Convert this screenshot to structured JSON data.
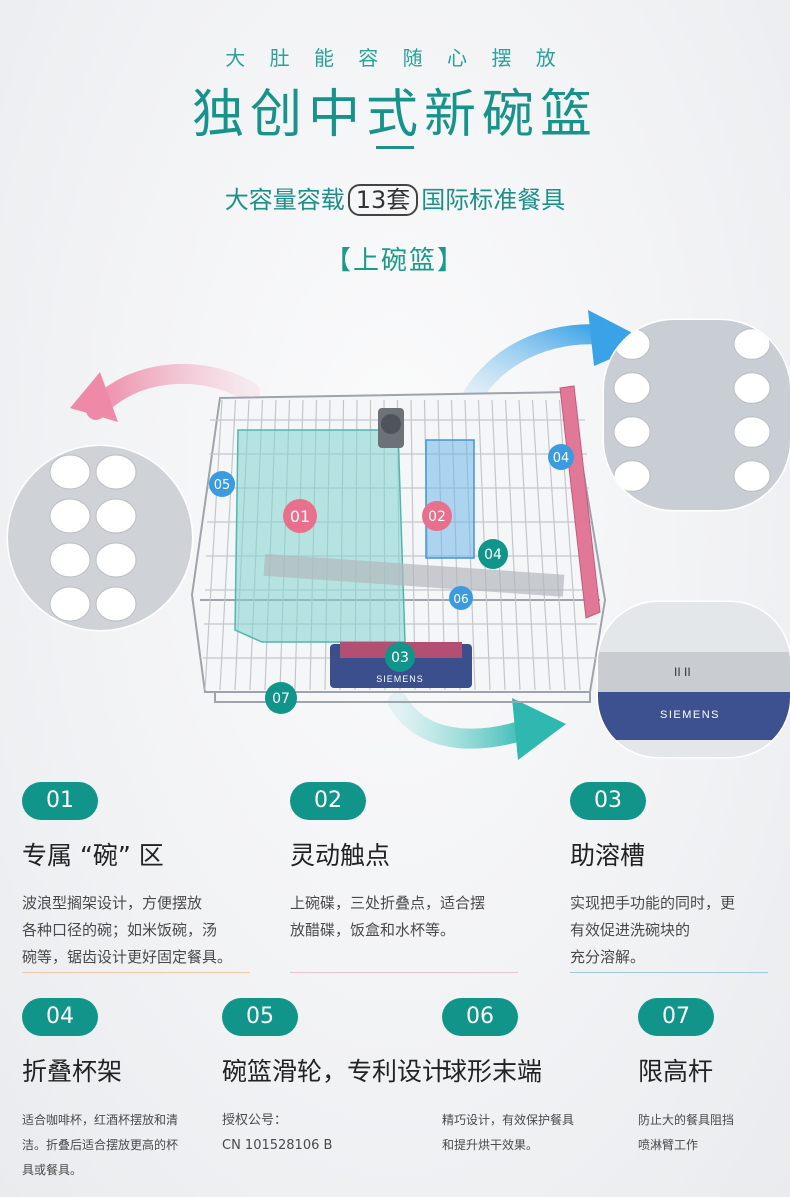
{
  "header": {
    "kicker": "大 肚 能 容 随 心 摆 放",
    "title": "独创中式新碗篮",
    "capacity_prefix": "大容量容载",
    "capacity_value": "13套",
    "capacity_suffix": "国际标准餐具",
    "section": "【上碗篮】"
  },
  "illustration": {
    "markers": [
      "01",
      "02",
      "03",
      "04",
      "04",
      "05",
      "06",
      "07"
    ],
    "brand": "SIEMENS",
    "closeup_brand": "SIEMENS",
    "closeup_handle_marks": "II II"
  },
  "colors": {
    "accent": "#11958b",
    "title": "#17938c",
    "teal_zone": "#7fd3cf",
    "blue_zone": "#6fb6ea",
    "pink_rail": "#e27898",
    "blue_marker": "#3a9be0",
    "pink_marker": "#e8708c"
  },
  "features": [
    {
      "num": "01",
      "title": "专属 “碗” 区",
      "lines": [
        "波浪型搁架设计，方便摆放",
        "各种口径的碗；如米饭碗，汤",
        "碗等，锯齿设计更好固定餐具。"
      ]
    },
    {
      "num": "02",
      "title": "灵动触点",
      "lines": [
        "上碗碟，三处折叠点，适合摆",
        "放醋碟，饭盒和水杯等。"
      ]
    },
    {
      "num": "03",
      "title": "助溶槽",
      "lines": [
        "实现把手功能的同时，更",
        "有效促进洗碗块的",
        "充分溶解。"
      ]
    },
    {
      "num": "04",
      "title": "折叠杯架",
      "lines": [
        "适合咖啡杯，红酒杯摆放和清",
        "洁。折叠后适合摆放更高的杯",
        "具或餐具。"
      ]
    },
    {
      "num": "05",
      "title": "碗篮滑轮，专利设计",
      "lines": [
        "授权公号：",
        "CN 101528106 B"
      ]
    },
    {
      "num": "06",
      "title": "球形末端",
      "lines": [
        "精巧设计，有效保护餐具",
        "和提升烘干效果。"
      ]
    },
    {
      "num": "07",
      "title": "限高杆",
      "lines": [
        "防止大的餐具阻挡",
        "喷淋臂工作"
      ]
    }
  ]
}
